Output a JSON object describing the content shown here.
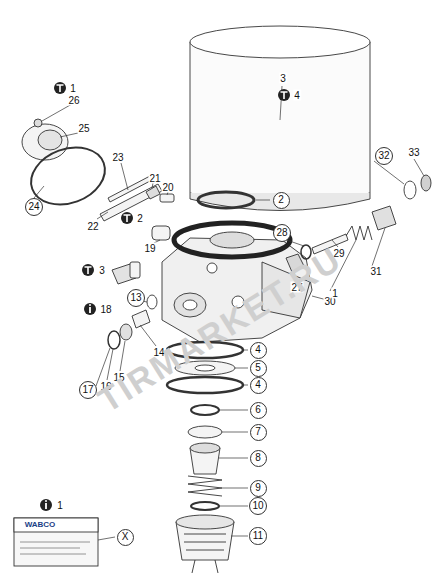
{
  "diagram": {
    "nodes": [
      {
        "text": [
          "32"
        ]
      },
      {
        "text": [
          "2"
        ]
      },
      {
        "text": [
          "24"
        ]
      },
      {
        "text": [
          "28"
        ]
      },
      {
        "text": [
          "13"
        ]
      },
      {
        "text": [
          "4"
        ]
      },
      {
        "text": [
          "5"
        ]
      },
      {
        "text": [
          "4"
        ]
      },
      {
        "text": [
          "17"
        ]
      },
      {
        "text": [
          "6"
        ]
      },
      {
        "text": [
          "7"
        ]
      },
      {
        "text": [
          "8"
        ]
      },
      {
        "text": [
          "9"
        ]
      },
      {
        "text": [
          "10"
        ]
      },
      {
        "text": [
          "11"
        ]
      },
      {
        "text": [
          "X"
        ]
      }
    ],
    "labels": [
      "3",
      "1",
      "4",
      "26",
      "25",
      "33",
      "23",
      "21",
      "20",
      "2",
      "22",
      "19",
      "29",
      "3",
      "31",
      "27",
      "30",
      "1",
      "18",
      "14",
      "15",
      "16",
      "1",
      "WABCO",
      "TIRMARKET.RU"
    ]
  }
}
